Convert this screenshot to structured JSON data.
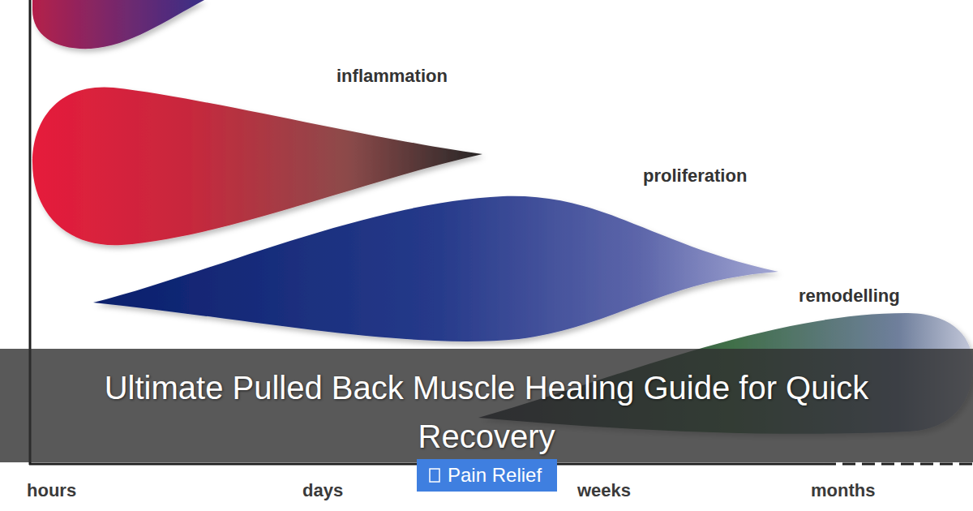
{
  "diagram": {
    "title": "Ultimate Pulled Back Muscle Healing Guide for Quick Recovery",
    "nodes": [
      {
        "text": [
          "Pain Relief"
        ]
      }
    ],
    "labels": [
      "inflammation",
      "proliferation",
      "remodelling",
      "hours",
      "days",
      "weeks",
      "months"
    ]
  }
}
